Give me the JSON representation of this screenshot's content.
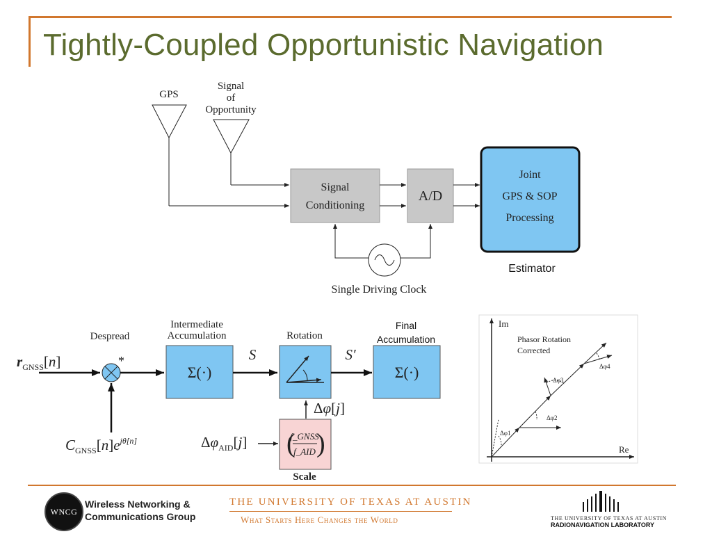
{
  "slide": {
    "title": "Tightly-Coupled Opportunistic Navigation"
  },
  "top_diagram": {
    "gps_label": "GPS",
    "sop_label_lines": [
      "Signal",
      "of",
      "Opportunity"
    ],
    "signal_conditioning_lines": [
      "Signal",
      "Conditioning"
    ],
    "ad_label": "A/D",
    "processing_lines": [
      "Joint",
      "GPS & SOP",
      "Processing"
    ],
    "estimator_label": "Estimator",
    "clock_label": "Single Driving Clock",
    "colors": {
      "processing_fill": "#7fc6f2",
      "block_fill": "#c8c8c8"
    }
  },
  "bottom_diagram": {
    "input_label": "r_GNSS[n]",
    "despread_label": "Despread",
    "conj_mark": "*",
    "replica_label": "C_GNSS[n]e^{jθ[n]}",
    "intermediate_lines": [
      "Intermediate",
      "Accumulation"
    ],
    "sum_symbol": "Σ(·)",
    "s_label": "S",
    "rotation_label": "Rotation",
    "s_prime_label": "S′",
    "final_lines": [
      "Final",
      "Accumulation"
    ],
    "final_sum_symbol": "Σ(·)",
    "delta_phi_label": "Δφ[j]",
    "delta_phi_aid_label": "Δφ_AID[j]",
    "scale_fraction": {
      "numerator": "f_GNSS",
      "denominator": "f_AID"
    },
    "scale_label": "Scale",
    "colors": {
      "block_fill": "#7fc6f2",
      "scale_fill": "#f8d4d4"
    }
  },
  "phasor_plot": {
    "im_label": "Im",
    "re_label": "Re",
    "title_lines": [
      "Phasor Rotation",
      "Corrected"
    ],
    "angle_labels": [
      "Δφ1",
      "Δφ2",
      "Δφ3",
      "Δφ4"
    ]
  },
  "footer": {
    "wncg_logo_text": "WNCG",
    "wncg_name_lines": [
      "Wireless Networking &",
      "Communications Group"
    ],
    "ut_name": "THE UNIVERSITY OF TEXAS AT AUSTIN",
    "ut_tagline": "What Starts Here Changes the World",
    "rnl_line1": "THE UNIVERSITY OF TEXAS AT AUSTIN",
    "rnl_line2": "RADIONAVIGATION LABORATORY",
    "accent_color": "#d1772e"
  }
}
